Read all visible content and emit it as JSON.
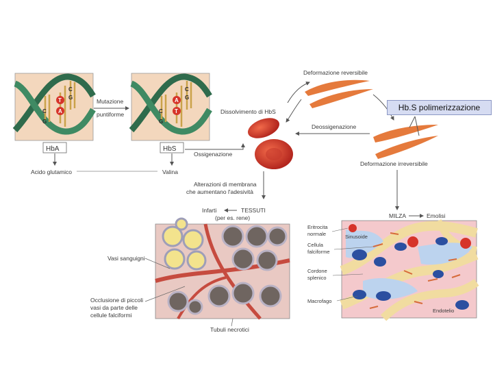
{
  "dna": {
    "left_top": [
      "C",
      "G"
    ],
    "left_mid": [
      "T",
      "A"
    ],
    "left_bot": [
      "C",
      "G"
    ],
    "right_top": [
      "C",
      "G"
    ],
    "right_mid": [
      "A",
      "T"
    ],
    "right_bot": [
      "C",
      "G"
    ],
    "accent_red": "#d6342a",
    "helix_green": "#2f6b4c",
    "panel_bg": "#f3d7bd"
  },
  "labels": {
    "mutation": "Mutazione",
    "point": "puntiforme",
    "hba": "HbA",
    "hbs": "HbS",
    "glutamic": "Acido glutamico",
    "valine": "Valina",
    "reversible": "Deformazione reversibile",
    "dissolve": "Dissolvimento di HbS",
    "deoxy": "Deossigenazione",
    "oxy": "Ossigenazione",
    "irreversible": "Deformazione irreversibile",
    "membrane1": "Alterazioni di membrana",
    "membrane2": "che aumentano l'adesività",
    "infarcts": "Infarti",
    "tissues": "TESSUTI",
    "kidney": "(per es. rene)",
    "spleen": "MILZA",
    "hemolysis": "Emolisi",
    "vessels": "Vasi sanguigni",
    "occlusion1": "Occlusione di piccoli",
    "occlusion2": "vasi da parte delle",
    "occlusion3": "cellule falciformi",
    "necrotic": "Tubuli necrotici",
    "erythro1": "Eritrocita",
    "erythro2": "normale",
    "sinusoid": "Sinusoide",
    "sickle1": "Cellula",
    "sickle2": "falciforme",
    "cord1": "Cordone",
    "cord2": "splenico",
    "macrophage": "Macrofago",
    "endothelium": "Endotelio"
  },
  "callout": {
    "text": "Hb.S polimerizzazione"
  }
}
